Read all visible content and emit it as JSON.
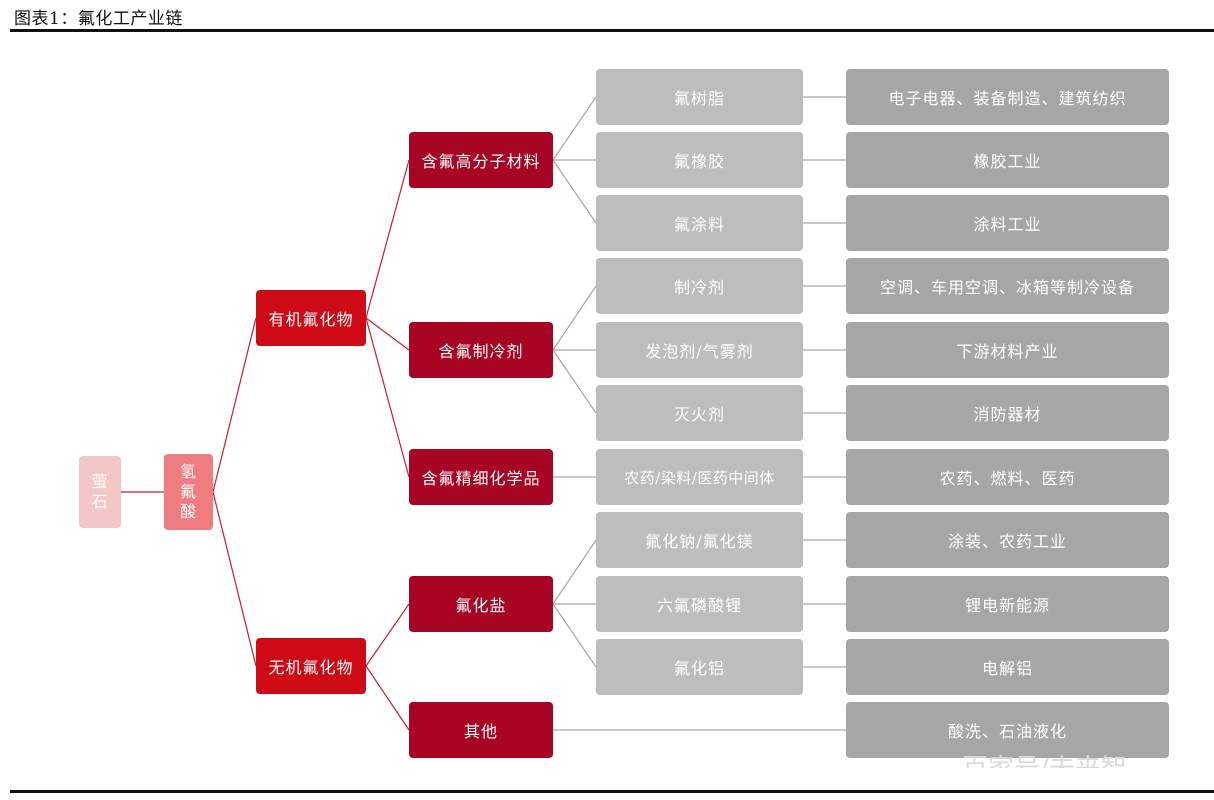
{
  "caption": "图表1：氟化工产业链",
  "watermark": "百家号/未来智",
  "root": {
    "label": "萤石"
  },
  "acid": {
    "label": "氢氟酸"
  },
  "categories": [
    {
      "label": "有机氟化物"
    },
    {
      "label": "无机氟化物"
    }
  ],
  "groups": [
    {
      "label": "含氟高分子材料"
    },
    {
      "label": "含氟制冷剂"
    },
    {
      "label": "含氟精细化学品"
    },
    {
      "label": "氟化盐"
    },
    {
      "label": "其他"
    }
  ],
  "products": [
    {
      "label": "氟树脂",
      "application": "电子电器、装备制造、建筑纺织"
    },
    {
      "label": "氟橡胶",
      "application": "橡胶工业"
    },
    {
      "label": "氟涂料",
      "application": "涂料工业"
    },
    {
      "label": "制冷剂",
      "application": "空调、车用空调、冰箱等制冷设备"
    },
    {
      "label": "发泡剂/气雾剂",
      "application": "下游材料产业"
    },
    {
      "label": "灭火剂",
      "application": "消防器材"
    },
    {
      "label": "农药/染料/医药中间体",
      "application": "农药、燃料、医药"
    },
    {
      "label": "氟化钠/氟化镁",
      "application": "涂装、农药工业"
    },
    {
      "label": "六氟磷酸锂",
      "application": "锂电新能源"
    },
    {
      "label": "氟化铝",
      "application": "电解铝"
    }
  ],
  "other_application": "酸洗、石油液化",
  "colors": {
    "fluorite": "#f4c7c7",
    "acid": "#ee7c80",
    "category": "#cf0a17",
    "group": "#a80423",
    "product": "#bdbdbd",
    "application": "#a6a6a6",
    "organic_link": "#c0202a",
    "product_link": "#a6a6a6"
  }
}
